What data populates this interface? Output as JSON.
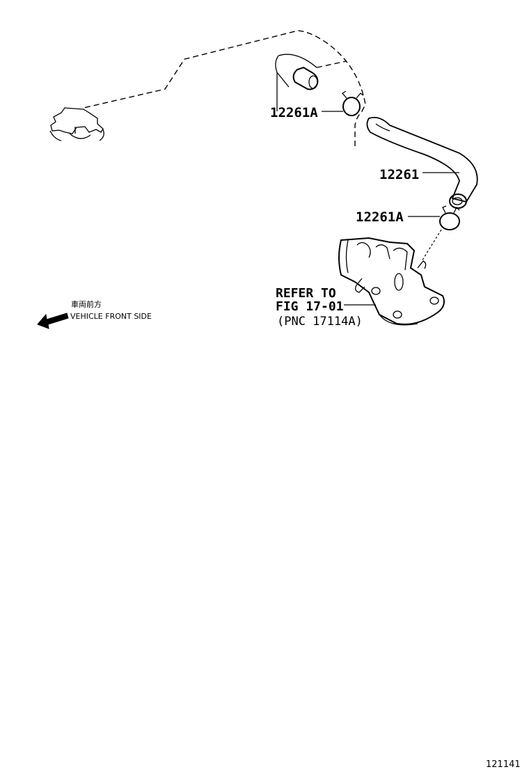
{
  "callouts": {
    "clip_upper": "12261A",
    "hose": "12261",
    "clip_lower": "12261A"
  },
  "reference": {
    "line1": "REFER TO",
    "line2": "FIG 17-01",
    "line3": "(PNC 17114A)"
  },
  "direction": {
    "japanese": "車両前方",
    "english": "VEHICLE FRONT SIDE"
  },
  "figure_number": "121141",
  "icons": {
    "direction_arrow": "arrow-left-icon"
  }
}
